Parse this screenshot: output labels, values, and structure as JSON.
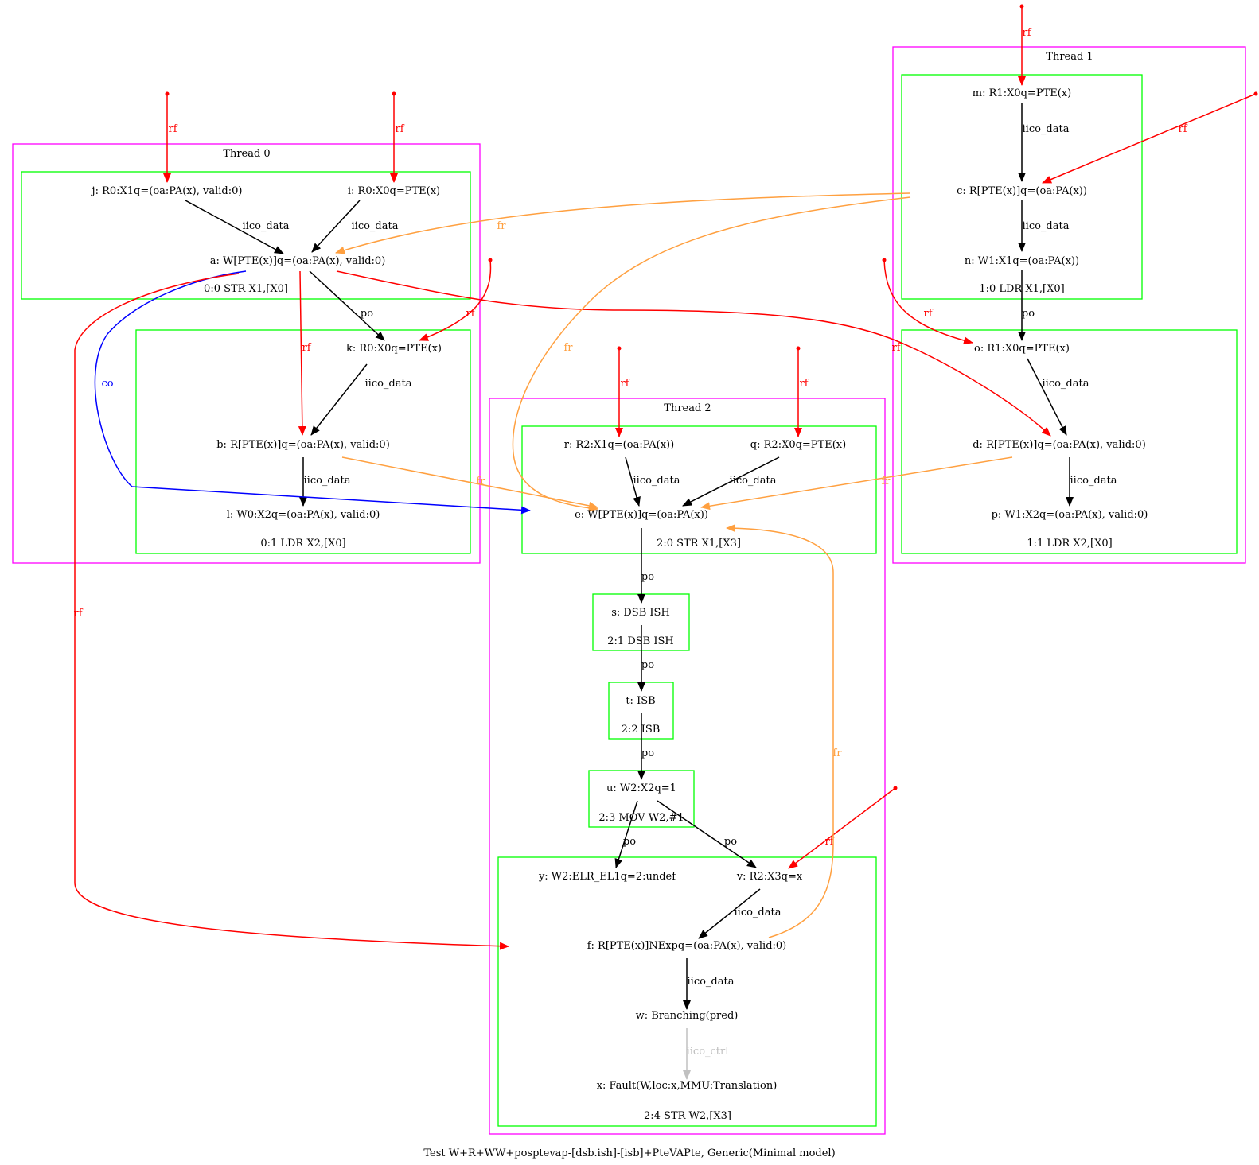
{
  "colors": {
    "thread_box": "#ff00ff",
    "instr_box": "#00ff00",
    "po": "#000000",
    "iico_data": "#000000",
    "iico_ctrl": "#c0c0c0",
    "rf": "#ff0000",
    "fr": "#ffa040",
    "co": "#0000ff"
  },
  "caption": "Test W+R+WW+posptevap-[dsb.ish]-[isb]+PteVAPte, Generic(Minimal model)",
  "threads": [
    {
      "label": "Thread 0"
    },
    {
      "label": "Thread 1"
    },
    {
      "label": "Thread 2"
    }
  ],
  "instructions": {
    "t0_0": "0:0 STR X1,[X0]",
    "t0_1": "0:1 LDR X2,[X0]",
    "t1_0": "1:0 LDR X1,[X0]",
    "t1_1": "1:1 LDR X2,[X0]",
    "t2_0": "2:0 STR X1,[X3]",
    "t2_1": "2:1 DSB ISH",
    "t2_2": "2:2 ISB",
    "t2_3": "2:3 MOV W2,#1",
    "t2_4": "2:4 STR W2,[X3]"
  },
  "nodes": {
    "j": "j: R0:X1q=(oa:PA(x), valid:0)",
    "i": "i: R0:X0q=PTE(x)",
    "a": "a: W[PTE(x)]q=(oa:PA(x), valid:0)",
    "k": "k: R0:X0q=PTE(x)",
    "b": "b: R[PTE(x)]q=(oa:PA(x), valid:0)",
    "l": "l: W0:X2q=(oa:PA(x), valid:0)",
    "m": "m: R1:X0q=PTE(x)",
    "c": "c: R[PTE(x)]q=(oa:PA(x))",
    "n": "n: W1:X1q=(oa:PA(x))",
    "o": "o: R1:X0q=PTE(x)",
    "d": "d: R[PTE(x)]q=(oa:PA(x), valid:0)",
    "p": "p: W1:X2q=(oa:PA(x), valid:0)",
    "r": "r: R2:X1q=(oa:PA(x))",
    "q": "q: R2:X0q=PTE(x)",
    "e": "e: W[PTE(x)]q=(oa:PA(x))",
    "s": "s: DSB ISH",
    "t": "t: ISB",
    "u": "u: W2:X2q=1",
    "y": "y: W2:ELR_EL1q=2:undef",
    "v": "v: R2:X3q=x",
    "f": "f: R[PTE(x)]NExpq=(oa:PA(x), valid:0)",
    "w": "w: Branching(pred)",
    "x": "x: Fault(W,loc:x,MMU:Translation)"
  },
  "edge_labels": {
    "rf": "rf",
    "fr": "fr",
    "co": "co",
    "po": "po",
    "iico_data": "iico_data",
    "iico_ctrl": "iico_ctrl"
  }
}
